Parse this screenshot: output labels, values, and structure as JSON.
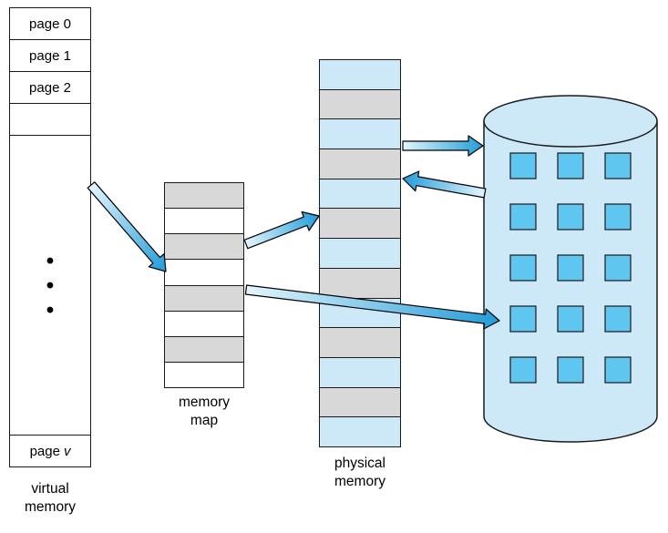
{
  "virtual_memory": {
    "label": "virtual\nmemory",
    "pages": [
      "page 0",
      "page 1",
      "page 2"
    ],
    "last_page_prefix": "page",
    "last_page_index": "v",
    "ellipsis": "•\n•\n•"
  },
  "memory_map": {
    "label": "memory\nmap"
  },
  "physical_memory": {
    "label": "physical\nmemory"
  },
  "colors": {
    "cell_gray": "#d8d8d8",
    "cell_light_blue": "#cde9f8",
    "disk_fill": "#cde9f8",
    "disk_block_blue": "#5fc6ef",
    "arrow_gradient_light": "#e3f5fd",
    "arrow_gradient_dark": "#239cd8",
    "outline_black": "#1a1a1a"
  }
}
